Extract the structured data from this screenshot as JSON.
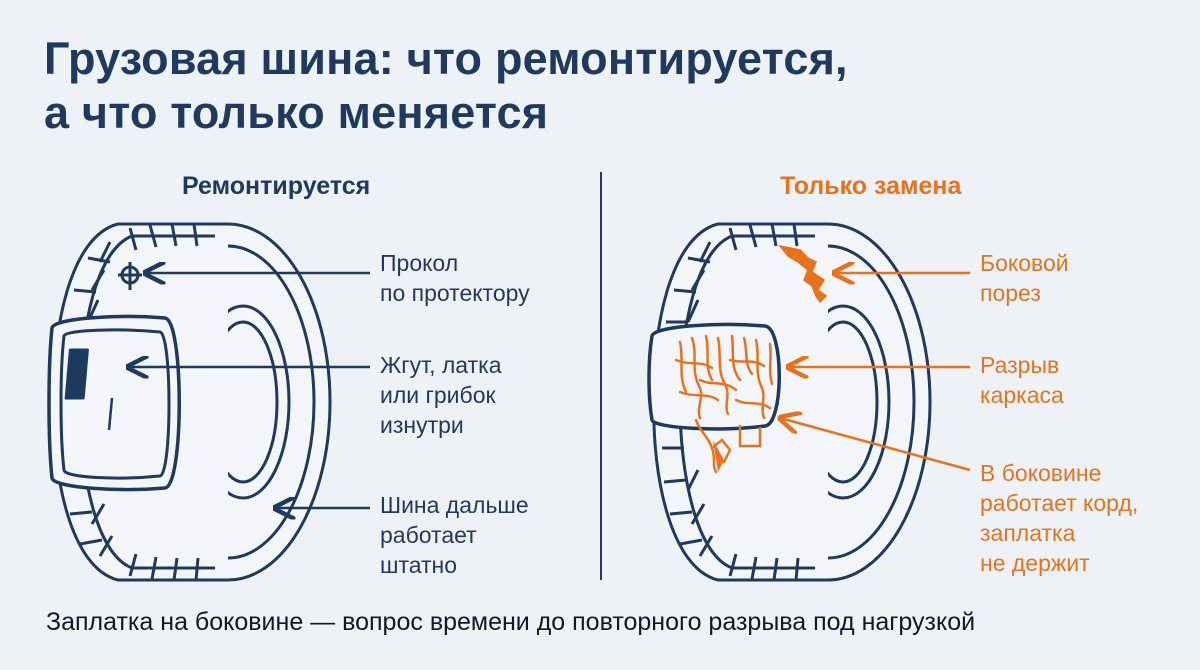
{
  "title": {
    "line1": "Грузовая шина: что ремонтируется,",
    "line2": "а что только меняется"
  },
  "left": {
    "heading": "Ремонтируется",
    "labels": [
      [
        "Прокол",
        "по протектору"
      ],
      [
        "Жгут, латка",
        "или грибок",
        "изнутри"
      ],
      [
        "Шина дальше",
        "работает",
        "штатно"
      ]
    ]
  },
  "right": {
    "heading": "Только замена",
    "labels": [
      [
        "Боковой",
        "порез"
      ],
      [
        "Разрыв",
        "каркаса"
      ],
      [
        "В боковине",
        "работает корд,",
        "заплатка",
        "не держит"
      ]
    ]
  },
  "footer": "Заплатка на боковине — вопрос времени до повторного разрыва под нагрузкой",
  "colors": {
    "navy": "#1e3a5f",
    "orange": "#e8731c",
    "background": "#eef1f5"
  }
}
